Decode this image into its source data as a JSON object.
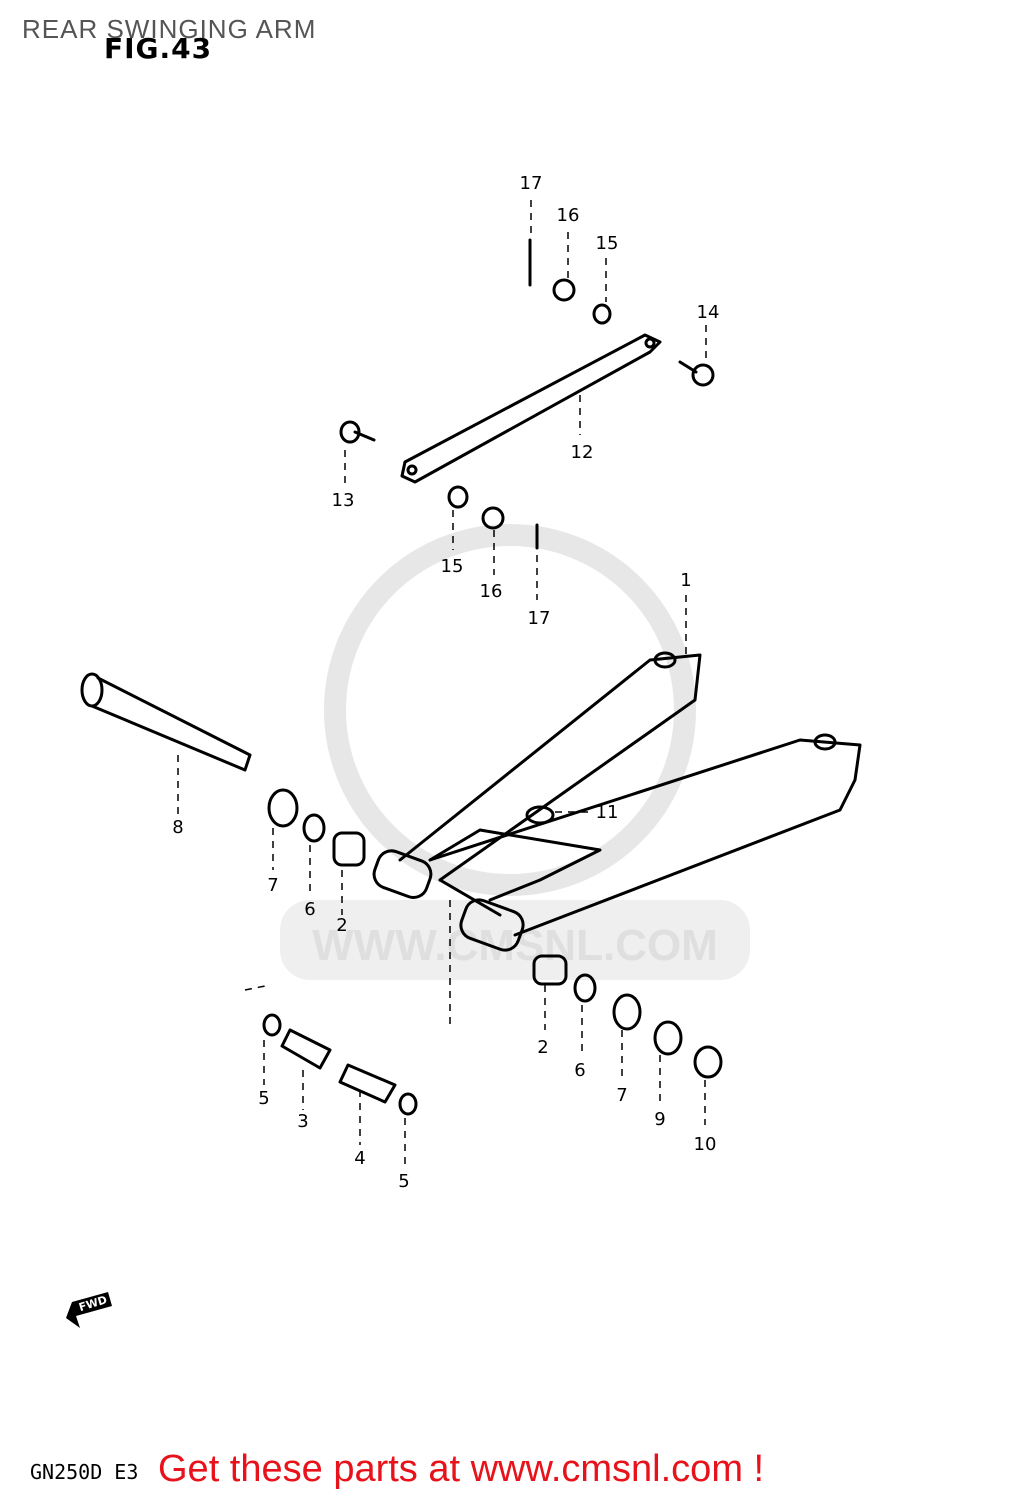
{
  "header": {
    "title": "REAR SWINGING ARM",
    "figure": "FIG.43"
  },
  "footer": {
    "model": "GN250D E3",
    "cta": "Get these parts at www.cmsnl.com !"
  },
  "watermark": {
    "text": "WWW.CMSNL.COM"
  },
  "fwd_label": "FWD",
  "callouts": {
    "c1": "1",
    "c2a": "2",
    "c2b": "2",
    "c3": "3",
    "c4": "4",
    "c5a": "5",
    "c5b": "5",
    "c6a": "6",
    "c6b": "6",
    "c7a": "7",
    "c7b": "7",
    "c8": "8",
    "c9": "9",
    "c10": "10",
    "c11": "11",
    "c12": "12",
    "c13": "13",
    "c14": "14",
    "c15a": "15",
    "c15b": "15",
    "c16a": "16",
    "c16b": "16",
    "c17a": "17",
    "c17b": "17"
  }
}
